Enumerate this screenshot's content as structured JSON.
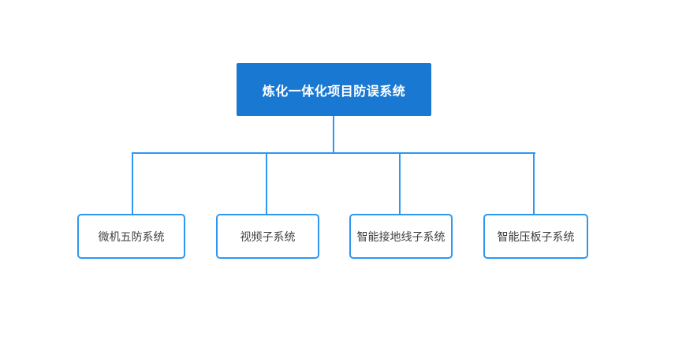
{
  "diagram": {
    "type": "org-chart",
    "root": {
      "label": "炼化一体化项目防误系统"
    },
    "children": [
      {
        "label": "微机五防系统"
      },
      {
        "label": "视频子系统"
      },
      {
        "label": "智能接地线子系统"
      },
      {
        "label": "智能压板子系统"
      }
    ],
    "colors": {
      "background": "#ffffff",
      "root_fill": "#1878d2",
      "root_text": "#ffffff",
      "connector": "#2e97f0",
      "child_border": "#2e97f0",
      "child_text": "#404040"
    }
  }
}
